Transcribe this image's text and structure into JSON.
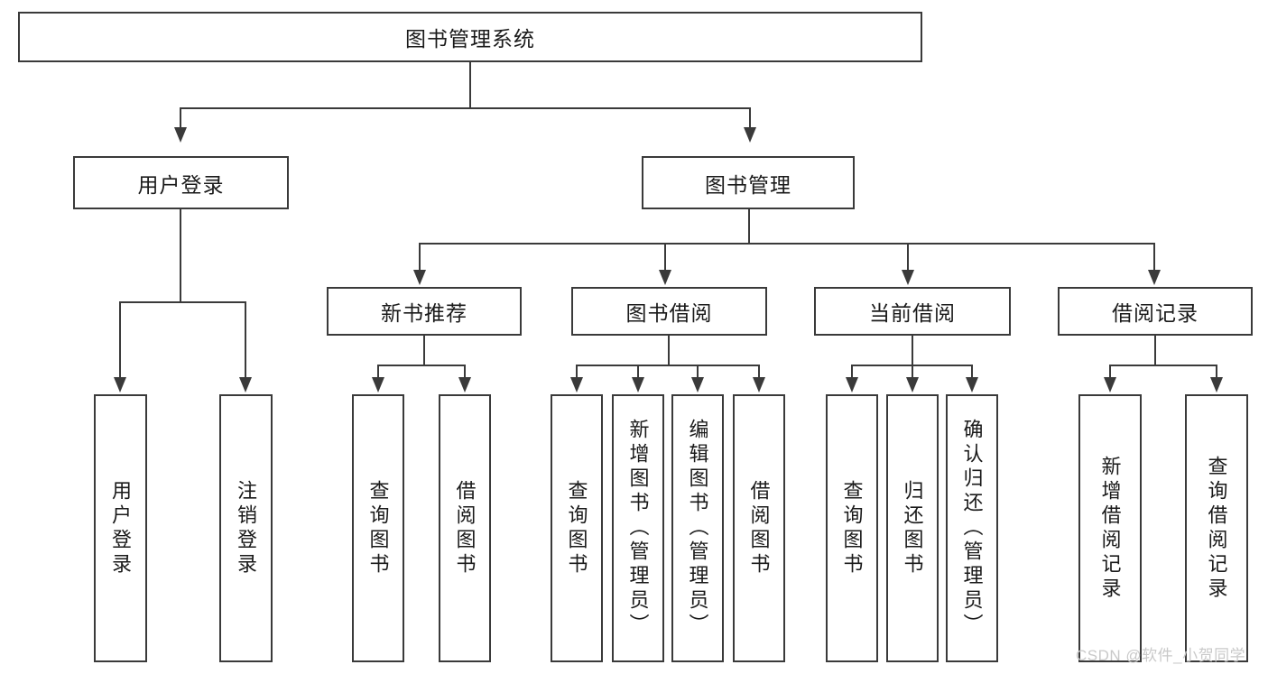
{
  "diagram": {
    "type": "tree",
    "title": "图书管理系统",
    "root": {
      "label": "图书管理系统"
    },
    "level2": [
      {
        "label": "用户登录"
      },
      {
        "label": "图书管理"
      }
    ],
    "level3": [
      {
        "label": "新书推荐"
      },
      {
        "label": "图书借阅"
      },
      {
        "label": "当前借阅"
      },
      {
        "label": "借阅记录"
      }
    ],
    "leaves": {
      "user_login": [
        {
          "label": "用户登录"
        },
        {
          "label": "注销登录"
        }
      ],
      "new_book_recommend": [
        {
          "label": "查询图书"
        },
        {
          "label": "借阅图书"
        }
      ],
      "book_borrow": [
        {
          "label": "查询图书"
        },
        {
          "label": "新增图书（管理员）"
        },
        {
          "label": "编辑图书（管理员）"
        },
        {
          "label": "借阅图书"
        }
      ],
      "current_borrow": [
        {
          "label": "查询图书"
        },
        {
          "label": "归还图书"
        },
        {
          "label": "确认归还（管理员）"
        }
      ],
      "borrow_records": [
        {
          "label": "新增借阅记录"
        },
        {
          "label": "查询借阅记录"
        }
      ]
    }
  },
  "watermark": {
    "text": "CSDN @软件_小贺同学"
  },
  "colors": {
    "border": "#3a3a3a",
    "text": "#1a1a1a",
    "background": "#ffffff",
    "watermark": "#c9c9c9"
  }
}
